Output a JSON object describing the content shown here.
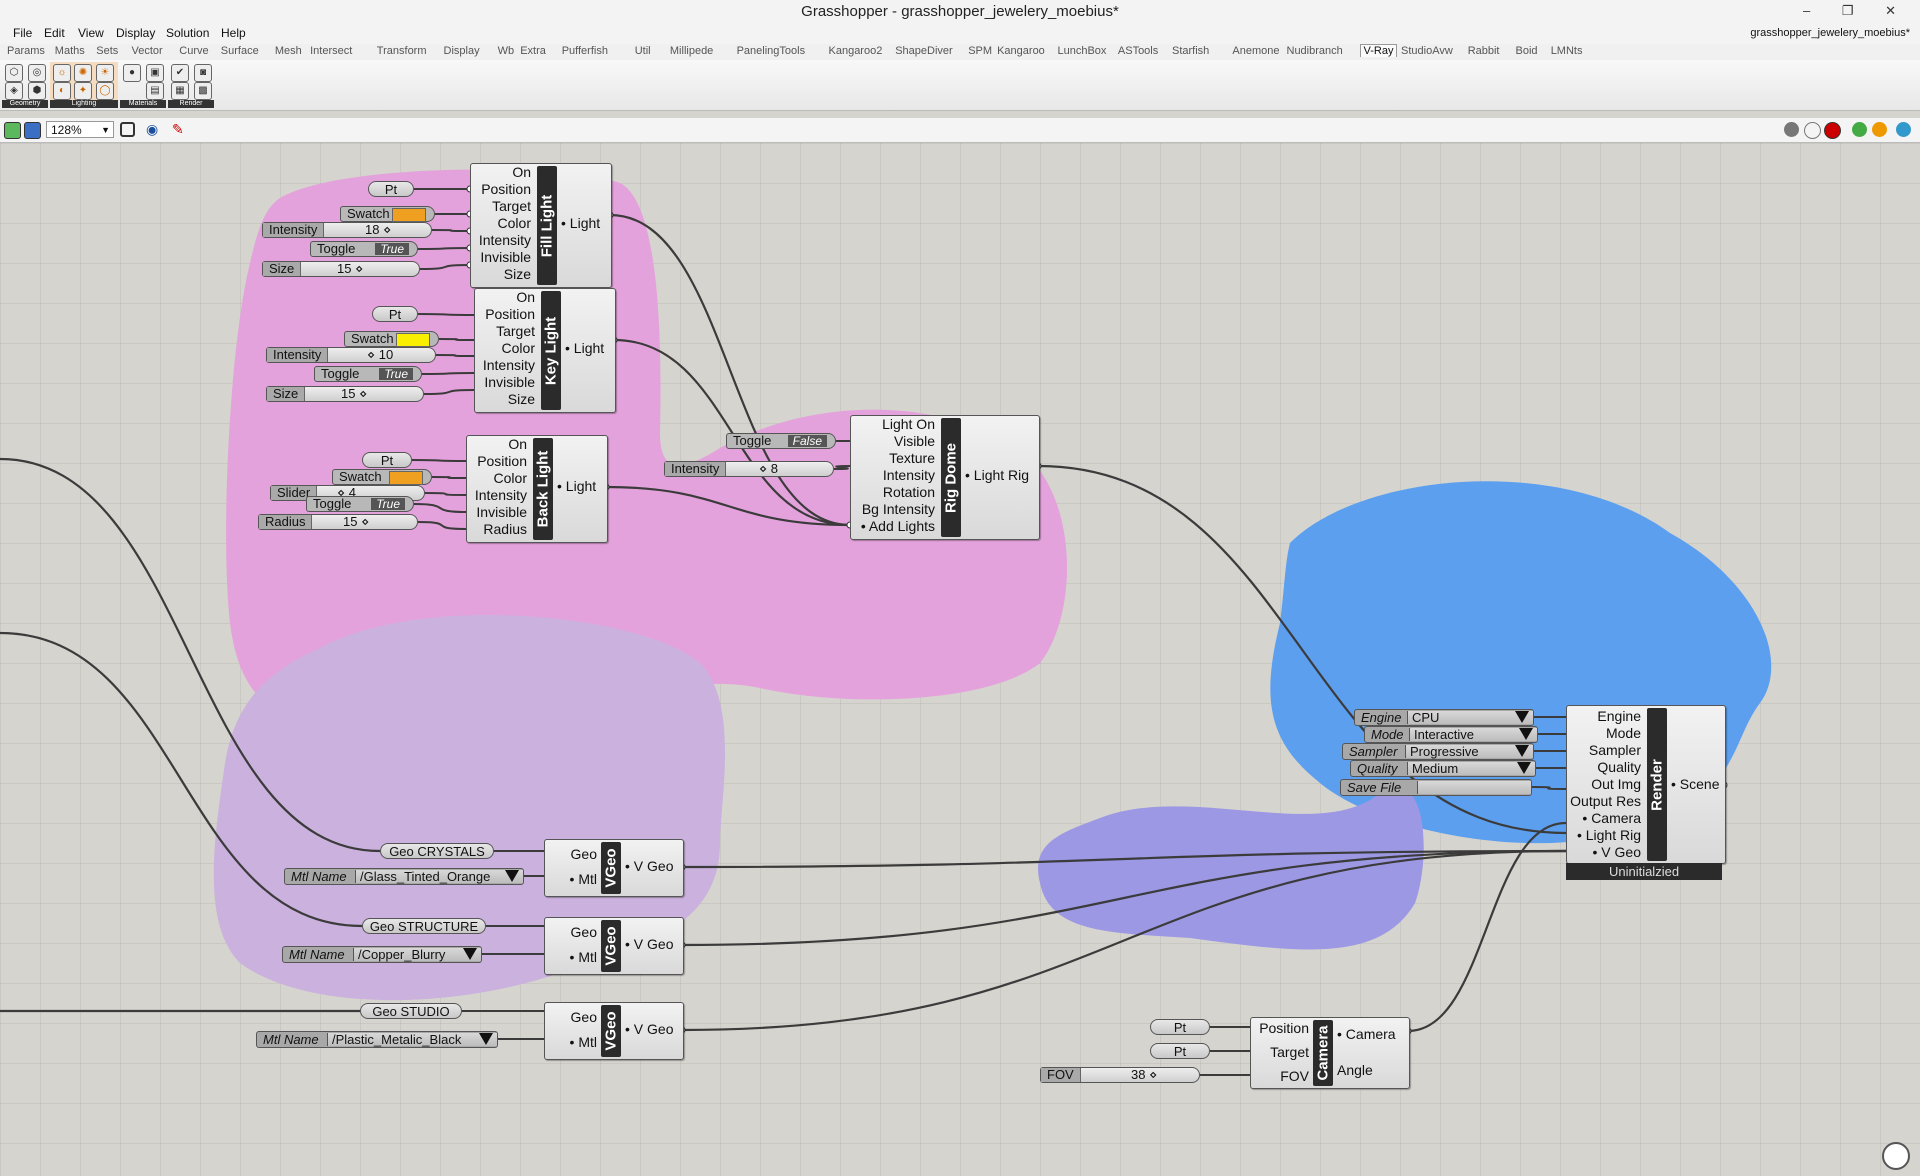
{
  "window": {
    "title": "Grasshopper - grasshopper_jewelery_moebius*",
    "controls": "– ❐ ✕",
    "document_name": "grasshopper_jewelery_moebius*"
  },
  "menu": [
    "File",
    "Edit",
    "View",
    "Display",
    "Solution",
    "Help"
  ],
  "tabs": [
    "Params",
    "Maths",
    "Sets",
    "Vector",
    "Curve",
    "Surface",
    "Mesh",
    "Intersect",
    "Transform",
    "Display",
    "Wb",
    "Extra",
    "Pufferfish",
    "Util",
    "Millipede",
    "PanelingTools",
    "Kangaroo2",
    "ShapeDiver",
    "SPM",
    "Kangaroo",
    "LunchBox",
    "ASTools",
    "Starfish",
    "Anemone",
    "Nudibranch",
    "V-Ray",
    "StudioAvw",
    "Rabbit",
    "Boid",
    "LMNts"
  ],
  "active_tab": "V-Ray",
  "ribbon_groups": [
    "Geometry",
    "Lighting",
    "Materials",
    "Render"
  ],
  "zoom": "128%",
  "components": {
    "fill_light": {
      "title": "Fill Light",
      "inputs": [
        "On",
        "Position",
        "Target",
        "Color",
        "Intensity",
        "Invisible",
        "Size"
      ],
      "output": "• Light"
    },
    "key_light": {
      "title": "Key Light",
      "inputs": [
        "On",
        "Position",
        "Target",
        "Color",
        "Intensity",
        "Invisible",
        "Size"
      ],
      "output": "• Light"
    },
    "back_light": {
      "title": "Back Light",
      "inputs": [
        "On",
        "Position",
        "Color",
        "Intensity",
        "Invisible",
        "Radius"
      ],
      "output": "• Light"
    },
    "rig_dome": {
      "title": "Rig Dome",
      "inputs": [
        "Light On",
        "Visible",
        "Texture",
        "Intensity",
        "Rotation",
        "Bg Intensity",
        "• Add Lights"
      ],
      "output": "• Light Rig"
    },
    "render": {
      "title": "Render",
      "inputs": [
        "Engine",
        "Mode",
        "Sampler",
        "Quality",
        "Out Img",
        "Output Res",
        "• Camera",
        "• Light Rig",
        "• V Geo"
      ],
      "output": "• Scene",
      "status": "Uninitialzied"
    },
    "vgeo1": {
      "title": "VGeo",
      "inputs": [
        "Geo",
        "• Mtl"
      ],
      "output": "• V Geo"
    },
    "vgeo2": {
      "title": "VGeo",
      "inputs": [
        "Geo",
        "• Mtl"
      ],
      "output": "• V Geo"
    },
    "vgeo3": {
      "title": "VGeo",
      "inputs": [
        "Geo",
        "• Mtl"
      ],
      "output": "• V Geo"
    },
    "camera": {
      "title": "Camera",
      "inputs": [
        "Position",
        "Target",
        "FOV"
      ],
      "outputs": [
        "• Camera",
        "Angle"
      ]
    }
  },
  "params": {
    "fill": {
      "pt": "Pt",
      "swatch": "Swatch",
      "intensity_label": "Intensity",
      "intensity_value": "18 ⋄",
      "toggle_label": "Toggle",
      "toggle_value": "True",
      "size_label": "Size",
      "size_value": "15 ⋄"
    },
    "key": {
      "pt": "Pt",
      "swatch": "Swatch",
      "intensity_label": "Intensity",
      "intensity_value": "⋄ 10",
      "toggle_label": "Toggle",
      "toggle_value": "True",
      "size_label": "Size",
      "size_value": "15 ⋄"
    },
    "back": {
      "pt": "Pt",
      "swatch": "Swatch",
      "slider_label": "Slider",
      "slider_value": "⋄ 4",
      "toggle_label": "Toggle",
      "toggle_value": "True",
      "radius_label": "Radius",
      "radius_value": "15 ⋄"
    },
    "dome": {
      "toggle_label": "Toggle",
      "toggle_value": "False",
      "intensity_label": "Intensity",
      "intensity_value": "⋄ 8"
    },
    "render": {
      "engine_label": "Engine",
      "engine_value": "CPU",
      "mode_label": "Mode",
      "mode_value": "Interactive",
      "sampler_label": "Sampler",
      "sampler_value": "Progressive",
      "quality_label": "Quality",
      "quality_value": "Medium",
      "save_label": "Save File"
    },
    "geo": {
      "crystals": "Geo CRYSTALS",
      "structure": "Geo STRUCTURE",
      "studio": "Geo STUDIO",
      "mtl_label": "Mtl Name",
      "mtl1": "/Glass_Tinted_Orange",
      "mtl2": "/Copper_Blurry",
      "mtl3": "/Plastic_Metalic_Black"
    },
    "camera": {
      "pt1": "Pt",
      "pt2": "Pt",
      "fov_label": "FOV",
      "fov_value": "38 ⋄"
    }
  },
  "colors": {
    "canvas": "#d6d4cf",
    "group_lights": "#e4a2dc",
    "group_geo": "#cbb1dd",
    "group_render": "#5c9fee",
    "group_camera": "#9c98e4",
    "swatch_fill": "#f0a020",
    "swatch_key": "#f8f000",
    "swatch_back": "#f0a020"
  }
}
